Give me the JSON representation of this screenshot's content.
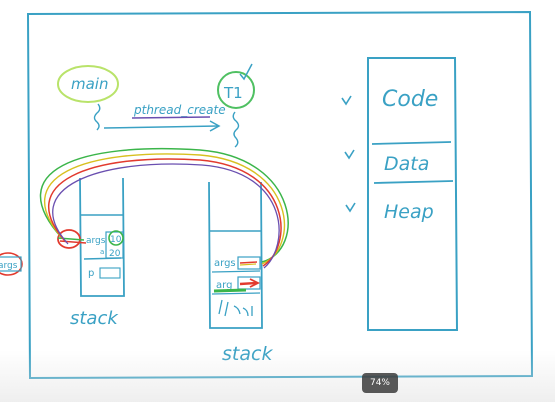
{
  "colors": {
    "ink": "#3aa1c4",
    "green": "#3bb54a",
    "red": "#e23a2e",
    "purple": "#6a4fb0",
    "yellow": "#d8c020",
    "badge_bg": "#3c3c3c"
  },
  "labels": {
    "main": "main",
    "t1": "T1",
    "pthread_create": "pthread_create",
    "code": "Code",
    "data": "Data",
    "heap": "Heap",
    "stack_left": "stack",
    "stack_right": "stack",
    "args_left": "args",
    "val_10": "10",
    "val_20": "20",
    "a_label": "a",
    "p_label": "p",
    "args_right": "args",
    "arg_right": "arg",
    "args_side": "args"
  },
  "zoom": "74%"
}
